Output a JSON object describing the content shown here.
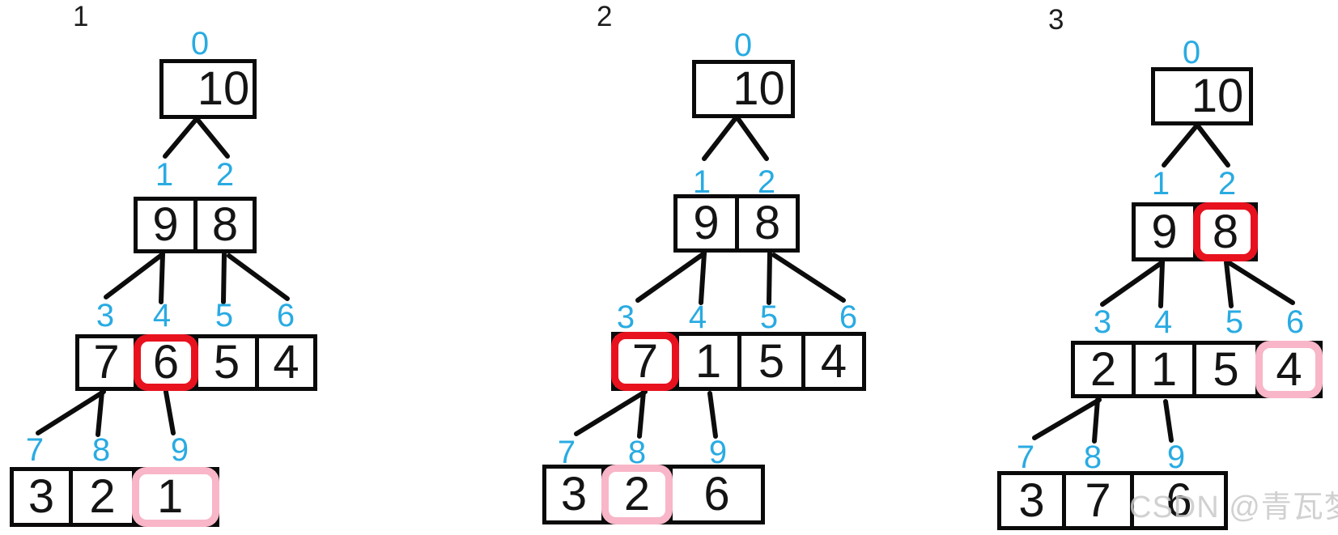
{
  "colors": {
    "index_blue": "#29abe2",
    "highlight_red": "#e8121f",
    "highlight_pink": "#f8b6c8",
    "line_black": "#0a0a0a"
  },
  "watermark": {
    "text": "CSDN @青瓦梦滋"
  },
  "diagrams": [
    {
      "label": "1",
      "levels": [
        {
          "indices": [
            "0"
          ],
          "cells": [
            {
              "value": "10",
              "highlight": "none"
            }
          ]
        },
        {
          "indices": [
            "1",
            "2"
          ],
          "cells": [
            {
              "value": "9",
              "highlight": "none"
            },
            {
              "value": "8",
              "highlight": "none"
            }
          ]
        },
        {
          "indices": [
            "3",
            "4",
            "5",
            "6"
          ],
          "cells": [
            {
              "value": "7",
              "highlight": "none"
            },
            {
              "value": "6",
              "highlight": "red"
            },
            {
              "value": "5",
              "highlight": "none"
            },
            {
              "value": "4",
              "highlight": "none"
            }
          ]
        },
        {
          "indices": [
            "7",
            "8",
            "9"
          ],
          "cells": [
            {
              "value": "3",
              "highlight": "none"
            },
            {
              "value": "2",
              "highlight": "none"
            },
            {
              "value": "1",
              "highlight": "pink"
            }
          ]
        }
      ]
    },
    {
      "label": "2",
      "levels": [
        {
          "indices": [
            "0"
          ],
          "cells": [
            {
              "value": "10",
              "highlight": "none"
            }
          ]
        },
        {
          "indices": [
            "1",
            "2"
          ],
          "cells": [
            {
              "value": "9",
              "highlight": "none"
            },
            {
              "value": "8",
              "highlight": "none"
            }
          ]
        },
        {
          "indices": [
            "3",
            "4",
            "5",
            "6"
          ],
          "cells": [
            {
              "value": "7",
              "highlight": "red"
            },
            {
              "value": "1",
              "highlight": "none"
            },
            {
              "value": "5",
              "highlight": "none"
            },
            {
              "value": "4",
              "highlight": "none"
            }
          ]
        },
        {
          "indices": [
            "7",
            "8",
            "9"
          ],
          "cells": [
            {
              "value": "3",
              "highlight": "none"
            },
            {
              "value": "2",
              "highlight": "pink"
            },
            {
              "value": "6",
              "highlight": "none"
            }
          ]
        }
      ]
    },
    {
      "label": "3",
      "levels": [
        {
          "indices": [
            "0"
          ],
          "cells": [
            {
              "value": "10",
              "highlight": "none"
            }
          ]
        },
        {
          "indices": [
            "1",
            "2"
          ],
          "cells": [
            {
              "value": "9",
              "highlight": "none"
            },
            {
              "value": "8",
              "highlight": "red"
            }
          ]
        },
        {
          "indices": [
            "3",
            "4",
            "5",
            "6"
          ],
          "cells": [
            {
              "value": "2",
              "highlight": "none"
            },
            {
              "value": "1",
              "highlight": "none"
            },
            {
              "value": "5",
              "highlight": "none"
            },
            {
              "value": "4",
              "highlight": "pink"
            }
          ]
        },
        {
          "indices": [
            "7",
            "8",
            "9"
          ],
          "cells": [
            {
              "value": "3",
              "highlight": "none"
            },
            {
              "value": "7",
              "highlight": "none"
            },
            {
              "value": "6",
              "highlight": "none"
            }
          ]
        }
      ]
    }
  ]
}
